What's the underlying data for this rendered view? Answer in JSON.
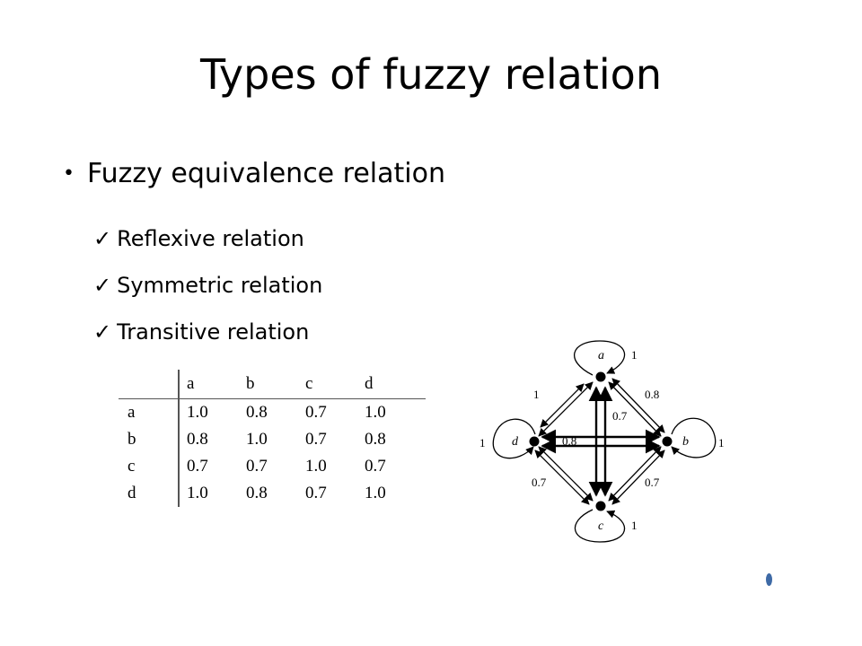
{
  "slide": {
    "title": "Types of fuzzy relation",
    "bullet": "Fuzzy equivalence relation",
    "bullet_glyph": "•",
    "check_glyph": "✓",
    "sub_items": [
      "Reflexive relation",
      "Symmetric relation",
      "Transitive relation"
    ]
  },
  "matrix": {
    "columns": [
      "a",
      "b",
      "c",
      "d"
    ],
    "rows": [
      {
        "label": "a",
        "values": [
          "1.0",
          "0.8",
          "0.7",
          "1.0"
        ]
      },
      {
        "label": "b",
        "values": [
          "0.8",
          "1.0",
          "0.7",
          "0.8"
        ]
      },
      {
        "label": "c",
        "values": [
          "0.7",
          "0.7",
          "1.0",
          "0.7"
        ]
      },
      {
        "label": "d",
        "values": [
          "1.0",
          "0.8",
          "0.7",
          "1.0"
        ]
      }
    ]
  },
  "graph": {
    "nodes": {
      "a": "a",
      "b": "b",
      "c": "c",
      "d": "d"
    },
    "self_loops": {
      "a": "1",
      "b": "1",
      "c": "1",
      "d": "1"
    },
    "edges": {
      "a_d": "1",
      "a_b": "0.8",
      "d_c": "0.7",
      "b_c": "0.7",
      "a_c": "0.7",
      "d_b": "0.8"
    }
  },
  "colors": {
    "accent_dot": "#3e6aa6"
  }
}
